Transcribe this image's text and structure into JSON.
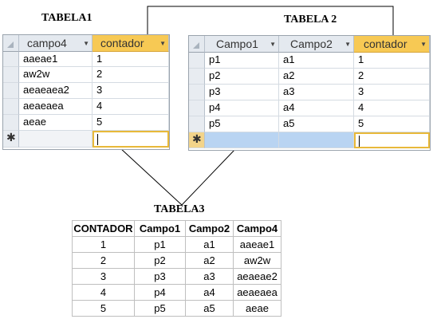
{
  "captions": {
    "tabela1": "TABELA1",
    "tabela2": "TABELA 2",
    "tabela3": "TABELA3"
  },
  "tabela1": {
    "columns": [
      "campo4",
      "contador"
    ],
    "rows": [
      [
        "aaeae1",
        "1"
      ],
      [
        "aw2w",
        "2"
      ],
      [
        "aeaeaea2",
        "3"
      ],
      [
        "aeaeaea",
        "4"
      ],
      [
        "aeae",
        "5"
      ]
    ],
    "new_row_marker": "✱"
  },
  "tabela2": {
    "columns": [
      "Campo1",
      "Campo2",
      "contador"
    ],
    "rows": [
      [
        "p1",
        "a1",
        "1"
      ],
      [
        "p2",
        "a2",
        "2"
      ],
      [
        "p3",
        "a3",
        "3"
      ],
      [
        "p4",
        "a4",
        "4"
      ],
      [
        "p5",
        "a5",
        "5"
      ]
    ],
    "new_row_marker": "✱"
  },
  "tabela3": {
    "columns": [
      "CONTADOR",
      "Campo1",
      "Campo2",
      "Campo4"
    ],
    "rows": [
      [
        "1",
        "p1",
        "a1",
        "aaeae1"
      ],
      [
        "2",
        "p2",
        "a2",
        "aw2w"
      ],
      [
        "3",
        "p3",
        "a3",
        "aeaeae2"
      ],
      [
        "4",
        "p4",
        "a4",
        "aeaeaea"
      ],
      [
        "5",
        "p5",
        "a5",
        "aeae"
      ]
    ]
  },
  "icons": {
    "dropdown": "dropdown-arrow-icon",
    "new_record": "new-record-star-icon",
    "corner": "select-all-icon"
  },
  "colors": {
    "selected_header": "#f7c954",
    "selected_cell_border": "#e8b93a",
    "highlight_row": "#b9d4f2"
  }
}
